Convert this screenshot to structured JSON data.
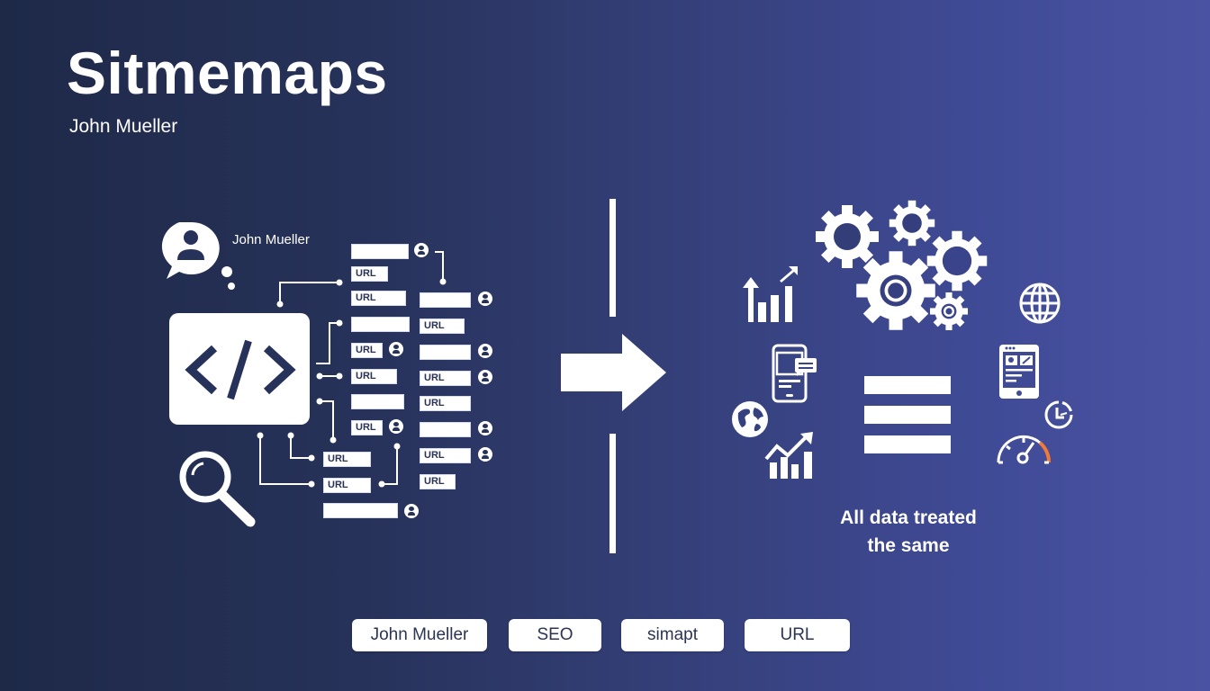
{
  "header": {
    "title": "Sitmemaps",
    "subtitle": "John Mueller"
  },
  "left_panel": {
    "speaker_label": "John Mueller",
    "field_label": "URL",
    "icons": [
      "user-speech-bubble-icon",
      "code-brackets-icon",
      "magnifier-icon",
      "user-pin-icon"
    ]
  },
  "center": {
    "icon": "right-arrow-icon"
  },
  "right_panel": {
    "icons": [
      "gears-icon",
      "bar-chart-up-icon",
      "globe-grid-icon",
      "mobile-chat-icon",
      "tablet-icon",
      "earth-icon",
      "clock-icon",
      "trend-chart-icon",
      "speedometer-icon",
      "equals-lines-icon"
    ],
    "caption_line1": "All data treated",
    "caption_line2": "the same",
    "accent_color": "#f07a3a"
  },
  "tags": [
    {
      "label": "John Mueller"
    },
    {
      "label": "SEO"
    },
    {
      "label": "simapt"
    },
    {
      "label": "URL"
    }
  ],
  "colors": {
    "bg_left": "#1e2948",
    "bg_right": "#4a53a3",
    "foreground": "#ffffff"
  }
}
